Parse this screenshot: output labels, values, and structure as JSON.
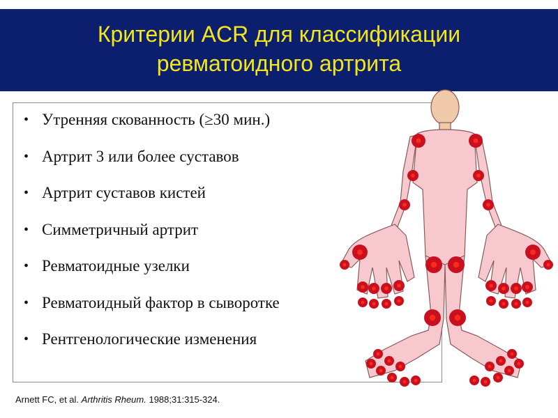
{
  "slide": {
    "title_line1": "Критерии ACR для классификации",
    "title_line2": "ревматоидного артрита",
    "bullets": [
      {
        "text": "Утренняя скованность (≥30 мин.)"
      },
      {
        "text": "Артрит 3 или более суставов"
      },
      {
        "text": "Артрит суставов кистей"
      },
      {
        "text": "Симметричный артрит"
      },
      {
        "text": "Ревматоидные узелки"
      },
      {
        "text": "Ревматоидный фактор в сыворотке"
      },
      {
        "text": "Рентгенологические изменения"
      }
    ],
    "bullet_glyph": "•",
    "citation": {
      "authors": "Arnett FC, et al. ",
      "journal": "Arthritis Rheum.",
      "details": " 1988;31:315-324."
    }
  },
  "colors": {
    "title_band": "#0b1f6e",
    "title_text": "#f3e61b",
    "body_fill": "#f7c9cf",
    "head_fill": "#f0c9a8",
    "joint_outer": "#c8101e",
    "joint_inner": "#ff2a1a"
  },
  "icons": {
    "figure": "human-body-joints-icon"
  }
}
